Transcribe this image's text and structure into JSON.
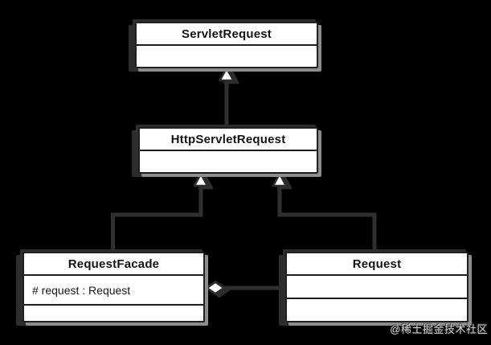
{
  "diagram": {
    "type": "uml-class-diagram",
    "background_color": "#000000",
    "box_fill_color": "#ffffff",
    "box_border_color": "#1f1f1f",
    "connector_color": "#2f2f2f",
    "shadow_dark_color": "#2d2d2d",
    "shadow_light_color": "#8d8d8d",
    "classes": [
      {
        "name": "ServletRequest",
        "attributes": []
      },
      {
        "name": "HttpServletRequest",
        "attributes": []
      },
      {
        "name": "RequestFacade",
        "attributes": [
          "# request :  Request"
        ]
      },
      {
        "name": "Request",
        "attributes": []
      }
    ],
    "relations": [
      {
        "type": "generalization",
        "from": "HttpServletRequest",
        "to": "ServletRequest"
      },
      {
        "type": "generalization",
        "from": "RequestFacade",
        "to": "HttpServletRequest"
      },
      {
        "type": "generalization",
        "from": "Request",
        "to": "HttpServletRequest"
      },
      {
        "type": "aggregation",
        "from": "Request",
        "to": "RequestFacade"
      }
    ],
    "watermark": "@稀土掘金技术社区"
  }
}
